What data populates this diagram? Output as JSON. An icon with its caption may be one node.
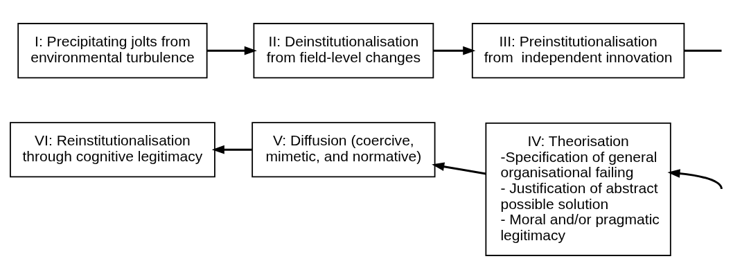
{
  "diagram": {
    "nodes": [
      {
        "text": [
          "I: Precipitating jolts from environmental turbulence"
        ]
      },
      {
        "text": [
          "II: Deinstitutionalisation from field-level changes"
        ]
      },
      {
        "text": [
          "III: Preinstitutionalisation from  independent innovation"
        ]
      },
      {
        "text": [
          "IV: Theorisation",
          "-Specification of general organisational failing",
          "- Justification of abstract possible solution",
          "- Moral and/or pragmatic legitimacy"
        ]
      },
      {
        "text": [
          "V: Diffusion (coercive, mimetic, and normative)"
        ]
      },
      {
        "text": [
          "VI: Reinstitutionalisation through cognitive legitimacy"
        ]
      }
    ],
    "edges": [
      {
        "from": 0,
        "to": 1,
        "arrow": "to"
      },
      {
        "from": 1,
        "to": 2,
        "arrow": "to"
      },
      {
        "from": 2,
        "to": null,
        "arrow": "none"
      },
      {
        "from": null,
        "to": 3,
        "arrow": "to"
      },
      {
        "from": 3,
        "to": 4,
        "arrow": "to"
      },
      {
        "from": 4,
        "to": 5,
        "arrow": "to"
      }
    ]
  }
}
